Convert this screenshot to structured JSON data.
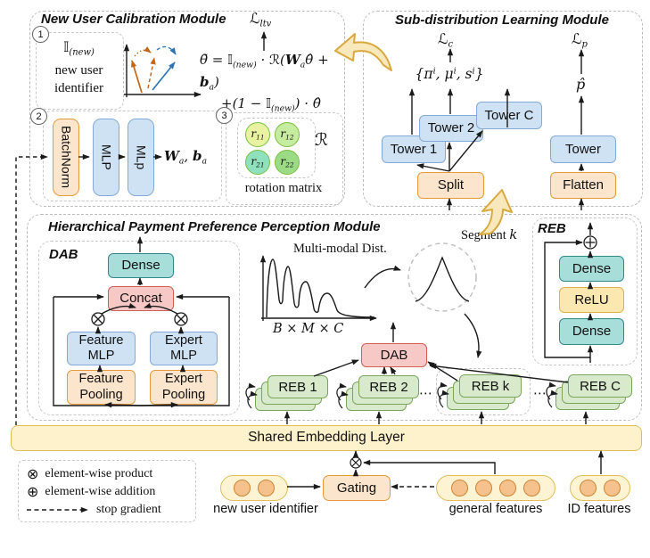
{
  "calibration": {
    "title": "New User Calibration Module",
    "loss": {
      "main": "ℒ",
      "sub": "ltv"
    },
    "step_numbers": [
      "1",
      "2",
      "3"
    ],
    "identity": {
      "main": "𝕀",
      "sub": "(new)",
      "caption1": "new user",
      "caption2": "identifier"
    },
    "formula": {
      "l1": [
        "θ̃ = 𝕀",
        "(new)",
        " · ℛ(",
        "W",
        "a",
        "θ̂ + ",
        "b",
        "a",
        ")"
      ],
      "l2": [
        "+(1 − 𝕀",
        "(new)",
        ") · θ̂"
      ]
    },
    "batchnorm": "BatchNorm",
    "mlp1": "MLP",
    "mlp2": "MLp",
    "weights": [
      "W",
      "a",
      ", ",
      "b",
      "a"
    ],
    "rotation": {
      "cells": [
        [
          "r",
          "11"
        ],
        [
          "r",
          "12"
        ],
        [
          "r",
          "21"
        ],
        [
          "r",
          "22"
        ]
      ],
      "symbol": "ℛ",
      "caption": "rotation matrix"
    }
  },
  "subdist": {
    "title": "Sub-distribution Learning Module",
    "loss_c": {
      "main": "ℒ",
      "sub": "c"
    },
    "loss_p": {
      "main": "ℒ",
      "sub": "p"
    },
    "params": [
      "{π",
      "i",
      ", μ",
      "i",
      ", s",
      "i",
      "}"
    ],
    "p_hat": "p̂",
    "tower1": "Tower 1",
    "tower2": "Tower 2",
    "towerC": "Tower C",
    "split": "Split",
    "tower": "Tower",
    "flatten": "Flatten"
  },
  "perception": {
    "title": "Hierarchical Payment Preference Perception Module",
    "dab_label": "DAB",
    "dense": "Dense",
    "concat": "Concat",
    "feature_mlp": "Feature MLP",
    "expert_mlp": "Expert MLP",
    "feature_pooling": "Feature Pooling",
    "expert_pooling": "Expert Pooling",
    "multimodal": "Multi-modal Dist.",
    "dims": "B × M × C",
    "segment": {
      "text": "Segment ",
      "var": "k"
    },
    "dab_node": "DAB",
    "reb1": "REB 1",
    "reb2": "REB 2",
    "rebk": "REB k",
    "rebc": "REB C",
    "dots": "⋯",
    "reb": {
      "label": "REB",
      "dense_top": "Dense",
      "relu": "ReLU",
      "dense_bottom": "Dense"
    }
  },
  "embedding": {
    "label": "Shared Embedding Layer"
  },
  "legend": {
    "product_symbol": "⊗",
    "product": "element-wise product",
    "addition_symbol": "⊕",
    "addition": "element-wise addition",
    "stop": "stop gradient"
  },
  "inputs": {
    "gating": "Gating",
    "new_user_label": "new user identifier",
    "general_label": "general features",
    "id_label": "ID features"
  }
}
